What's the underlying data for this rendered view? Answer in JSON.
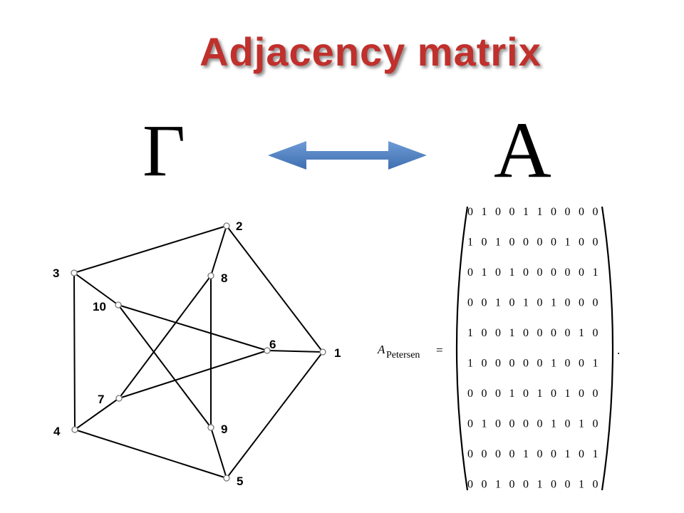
{
  "title": "Adjacency matrix",
  "graph_symbol": "Γ",
  "matrix_symbol": "A",
  "arrow_color": "#4f81bd",
  "title_color": "#c0302c",
  "graph": {
    "nodes": [
      {
        "id": 1,
        "label": "1"
      },
      {
        "id": 2,
        "label": "2"
      },
      {
        "id": 3,
        "label": "3"
      },
      {
        "id": 4,
        "label": "4"
      },
      {
        "id": 5,
        "label": "5"
      },
      {
        "id": 6,
        "label": "6"
      },
      {
        "id": 7,
        "label": "7"
      },
      {
        "id": 8,
        "label": "8"
      },
      {
        "id": 9,
        "label": "9"
      },
      {
        "id": 10,
        "label": "10"
      }
    ],
    "edges": [
      [
        1,
        2
      ],
      [
        2,
        3
      ],
      [
        3,
        4
      ],
      [
        4,
        5
      ],
      [
        5,
        1
      ],
      [
        1,
        6
      ],
      [
        2,
        8
      ],
      [
        3,
        10
      ],
      [
        4,
        7
      ],
      [
        5,
        9
      ],
      [
        6,
        7
      ],
      [
        7,
        8
      ],
      [
        8,
        9
      ],
      [
        9,
        10
      ],
      [
        10,
        6
      ]
    ]
  },
  "equation": {
    "lhs_main": "A",
    "lhs_sub": "Petersen",
    "equals": "=",
    "trailing": "."
  },
  "matrix": [
    [
      0,
      1,
      0,
      0,
      1,
      1,
      0,
      0,
      0,
      0
    ],
    [
      1,
      0,
      1,
      0,
      0,
      0,
      0,
      1,
      0,
      0
    ],
    [
      0,
      1,
      0,
      1,
      0,
      0,
      0,
      0,
      0,
      1
    ],
    [
      0,
      0,
      1,
      0,
      1,
      0,
      1,
      0,
      0,
      0
    ],
    [
      1,
      0,
      0,
      1,
      0,
      0,
      0,
      0,
      1,
      0
    ],
    [
      1,
      0,
      0,
      0,
      0,
      0,
      1,
      0,
      0,
      1
    ],
    [
      0,
      0,
      0,
      1,
      0,
      1,
      0,
      1,
      0,
      0
    ],
    [
      0,
      1,
      0,
      0,
      0,
      0,
      1,
      0,
      1,
      0
    ],
    [
      0,
      0,
      0,
      0,
      1,
      0,
      0,
      1,
      0,
      1
    ],
    [
      0,
      0,
      1,
      0,
      0,
      1,
      0,
      0,
      1,
      0
    ]
  ]
}
